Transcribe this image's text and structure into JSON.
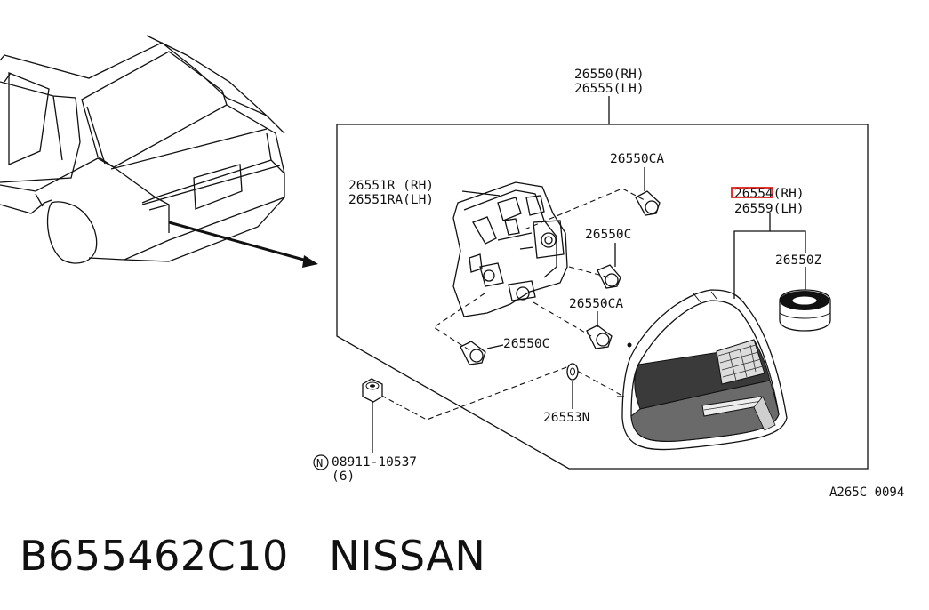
{
  "parts": {
    "assembly_rh": "26550(RH)",
    "assembly_lh": "26555(LH)",
    "socket_rh": "26551R (RH)",
    "socket_lh": "26551RA(LH)",
    "bulb_ca_top": "26550CA",
    "bulb_c_mid": "26550C",
    "bulb_ca_low": "26550CA",
    "bulb_c_low": "26550C",
    "lens_rh": "26554(RH)",
    "lens_lh": "26559(LH)",
    "seal": "26550Z",
    "washer": "26553N",
    "nut_number": "08911-10537",
    "nut_qty": "(6)",
    "nut_marker": "N"
  },
  "diagram_ref": "A265C 0094",
  "caption": "B655462C10   NISSAN",
  "highlight_color": "#e0201c"
}
